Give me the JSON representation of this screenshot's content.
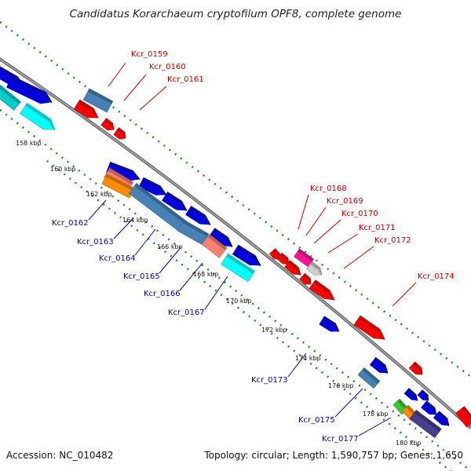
{
  "title": "Candidatus Korarchaeum cryptofilum OPF8, complete genome",
  "footer": {
    "accession": "Accession: NC_010482",
    "summary": "Topology: circular; Length: 1,590,757 bp; Genes: 1,650"
  },
  "colors": {
    "backbone": "#888888",
    "ticks": "#228b22",
    "label_forward": "#cc0000",
    "label_reverse": "#0000aa",
    "leader": "#cc0000",
    "leader_reverse": "#0000aa"
  },
  "scale_labels": [
    "158 kbp",
    "160 kbp",
    "162 kbp",
    "164 kbp",
    "166 kbp",
    "168 kbp",
    "170 kbp",
    "172 kbp",
    "174 kbp",
    "176 kbp",
    "178 kbp",
    "180 kbp"
  ],
  "gene_labels_forward": [
    "Kcr_0159",
    "Kcr_0160",
    "Kcr_0161",
    "Kcr_0168",
    "Kcr_0169",
    "Kcr_0170",
    "Kcr_0171",
    "Kcr_0172",
    "Kcr_0174"
  ],
  "gene_labels_reverse": [
    "Kcr_0162",
    "Kcr_0163",
    "Kcr_0164",
    "Kcr_0165",
    "Kcr_0166",
    "Kcr_0167",
    "Kcr_0173",
    "Kcr_0175",
    "Kcr_0177"
  ]
}
